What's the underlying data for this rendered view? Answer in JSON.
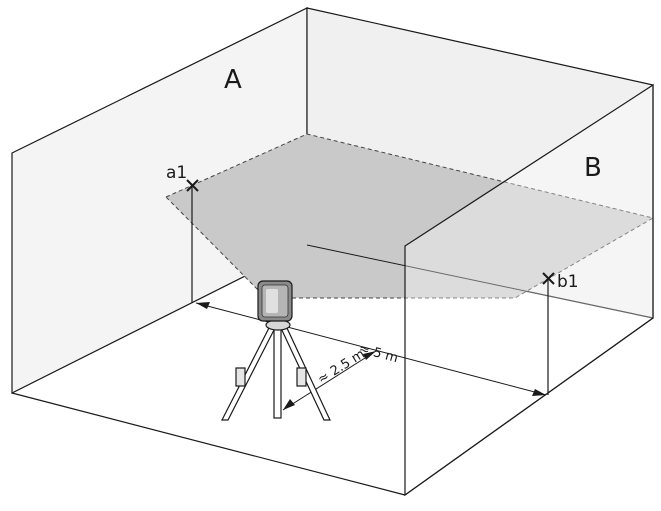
{
  "labels": {
    "wall_a": "A",
    "wall_b": "B",
    "point_a1": "a1",
    "point_b1": "b1",
    "distance_long": "≈ 5 m",
    "distance_short": "≈ 2.5 m"
  },
  "colors": {
    "line": "#1a1a1a",
    "wall_fill": "#f3f3f3",
    "laser_plane": "#c8c8c8",
    "floor": "#ffffff"
  }
}
